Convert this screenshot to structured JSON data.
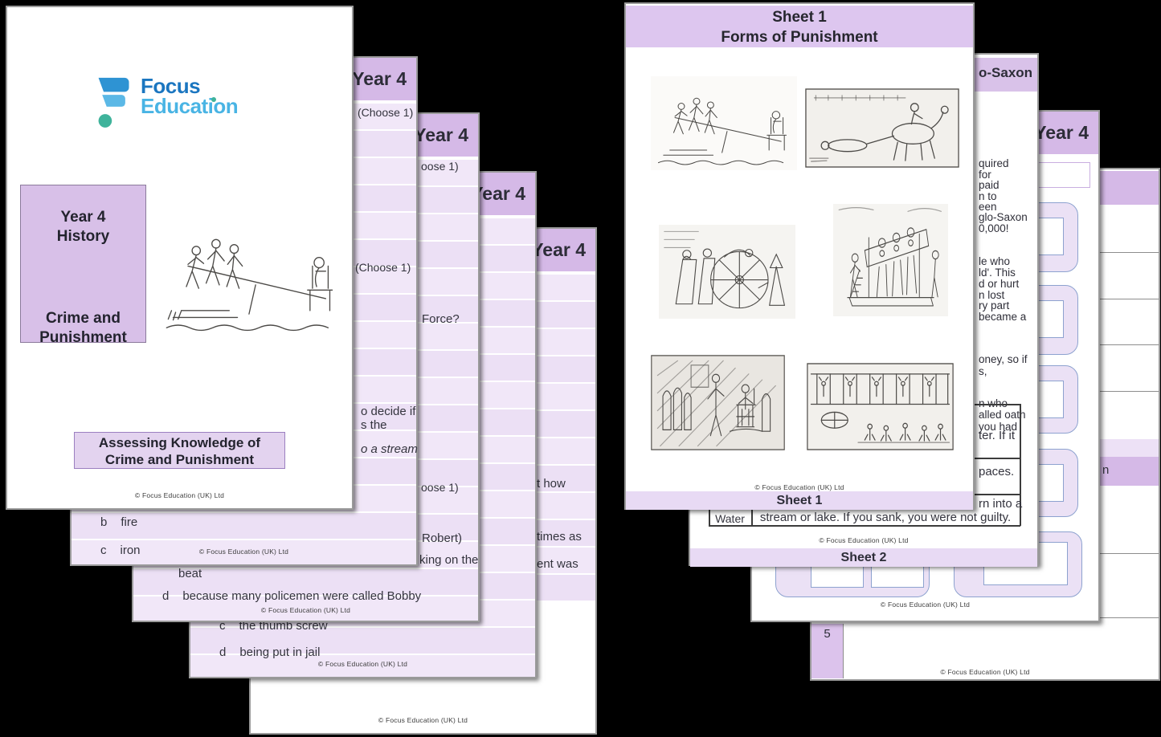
{
  "footer": "© Focus Education (UK) Ltd",
  "left_stack": {
    "cover": {
      "logo_line1": "Focus",
      "logo_line2": "Education",
      "box_line1": "Year 4",
      "box_line2": "History",
      "box_line3": "Crime and",
      "box_line4": "Punishment",
      "assess_line1": "Assessing Knowledge of",
      "assess_line2": "Crime and Punishment",
      "illustration": "ducking-stool-engraving"
    },
    "quiz_page_1": {
      "header": "Year 4",
      "frag_choose_a": "(Choose 1)",
      "frag_choose_b": "(Choose 1)",
      "frag_decide": "o decide if",
      "frag_s_the": "s the",
      "frag_stream": "o a stream",
      "opt_b_letter": "b",
      "opt_b": "fire",
      "opt_c_letter": "c",
      "opt_c": "iron"
    },
    "quiz_page_2": {
      "header": "Year 4",
      "frag_choose_a": "oose 1)",
      "frag_force": "Force?",
      "frag_choose_b": "oose 1)",
      "frag_robert": "Robert)",
      "frag_walking": "king on the",
      "cont_beat": "beat",
      "opt_d_letter": "d",
      "opt_d": "because many policemen were called Bobby"
    },
    "quiz_page_3": {
      "header": "Year 4",
      "opt_c_letter": "c",
      "opt_c": "the thumb screw",
      "opt_d_letter": "d",
      "opt_d": "being put in jail"
    },
    "quiz_page_4": {
      "header": "Year 4",
      "frag_how": "t how",
      "frag_times": "times as",
      "frag_was": "ent was"
    }
  },
  "right_stack": {
    "sheet1": {
      "title_line1": "Sheet 1",
      "title_line2": "Forms of Punishment",
      "bar_label": "Sheet 1",
      "images": [
        "ducking-stool-engraving",
        "horse-drag-engraving",
        "breaking-wheel-engraving",
        "pillory-engraving",
        "electric-chair-engraving",
        "prison-treadmill-engraving"
      ]
    },
    "sheet2": {
      "header_frag": "o-Saxon",
      "bar_label": "Sheet 2",
      "body_frags": [
        "quired",
        "for",
        "paid",
        "n to",
        "een",
        "glo-Saxon",
        "0,000!",
        "le who",
        "ld'. This",
        "d or hurt",
        "n lost",
        "ry part",
        "became a",
        "oney, so if",
        "s,",
        "n who",
        "alled oath",
        "you had"
      ],
      "table": {
        "row1_frag": "ter. If it",
        "row2_frag": "paces.",
        "row3_frag": "rn into a",
        "row3_line2": "stream or lake. If you sank, you were not guilty.",
        "label_frag": "Water"
      }
    },
    "answer_page": {
      "header": "Year 4"
    },
    "grid_page": {
      "band_frag": "n",
      "row_number": "5"
    }
  }
}
